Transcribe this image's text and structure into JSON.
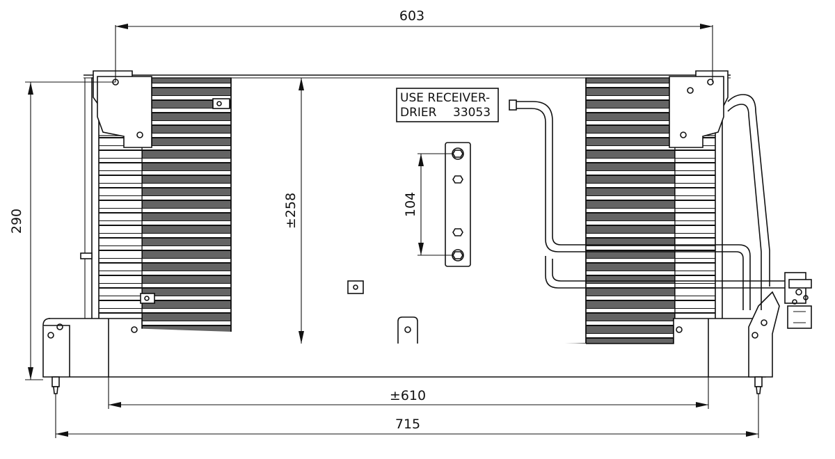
{
  "dimensions": {
    "top_width": "603",
    "height_total": "290",
    "core_height": "±258",
    "bracket_spacing": "104",
    "core_width": "±610",
    "overall_width": "715"
  },
  "note": {
    "line1": "USE RECEIVER-",
    "line2_label": "DRIER",
    "line2_part": "33053"
  },
  "colors": {
    "ink": "#111111",
    "background": "#ffffff"
  }
}
